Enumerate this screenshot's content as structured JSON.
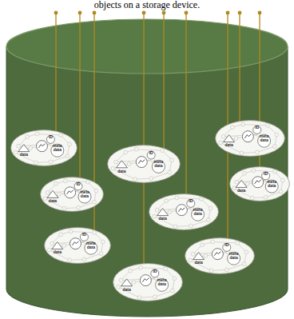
{
  "diagram": {
    "caption": "objects on a storage device.",
    "nodes": [
      {
        "text": [
          "ID",
          "meta data",
          "data"
        ]
      },
      {
        "text": [
          "ID",
          "meta data",
          "data"
        ]
      },
      {
        "text": [
          "ID",
          "meta data",
          "data"
        ]
      },
      {
        "text": [
          "ID",
          "meta data",
          "data"
        ]
      },
      {
        "text": [
          "ID",
          "meta data",
          "data"
        ]
      },
      {
        "text": [
          "ID",
          "meta data",
          "data"
        ]
      },
      {
        "text": [
          "ID",
          "meta data",
          "data"
        ]
      },
      {
        "text": [
          "ID",
          "meta data",
          "data"
        ]
      },
      {
        "text": [
          "ID",
          "meta data",
          "data"
        ]
      }
    ]
  }
}
